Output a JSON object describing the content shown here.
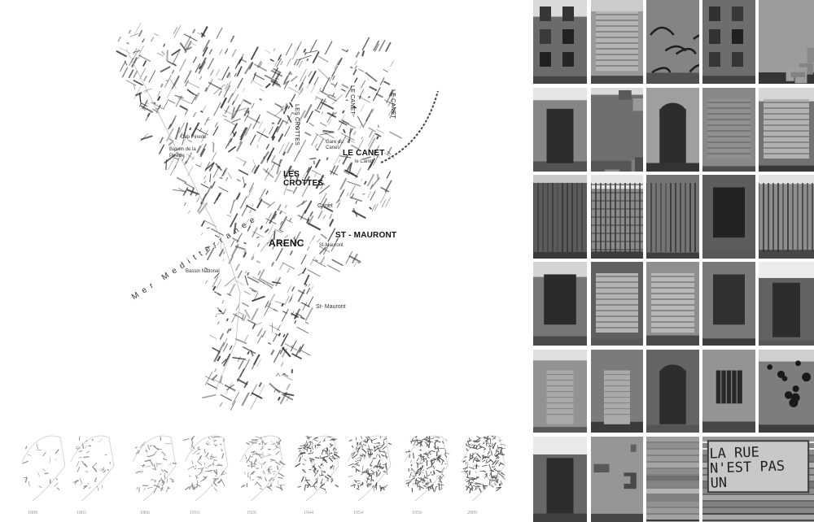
{
  "map": {
    "districts": {
      "le_canet_upper": "LE CANET",
      "le_canet_right": "LE CANET",
      "les_crottes_upper": "LES CROTTES",
      "les_crottes_main": "LES CROTTES",
      "le_canet_main": "LE CANET",
      "arenc": "ARENC",
      "st_mauront": "ST - MAURONT"
    },
    "sea": "Mer Meditterranee",
    "places": {
      "canet_small": "le Canet",
      "canet_mid": "Canet",
      "st_mauront_small": "St-Mauront",
      "st_mauront_lower": "St- Mauront",
      "bassin_national": "Bassin National",
      "gare_du_canet": "Gare du Canet",
      "bassin_de_la_pinede": "Bassin de la Pinede",
      "cap_pinede": "Cap Pinede"
    }
  },
  "timeline": {
    "years": [
      "1808",
      "1865",
      "1866",
      "1916",
      "1926",
      "1944",
      "1954",
      "1959",
      "2009"
    ]
  },
  "photos": {
    "sign_text": "LA RUE\nN'EST PAS\nUN"
  }
}
